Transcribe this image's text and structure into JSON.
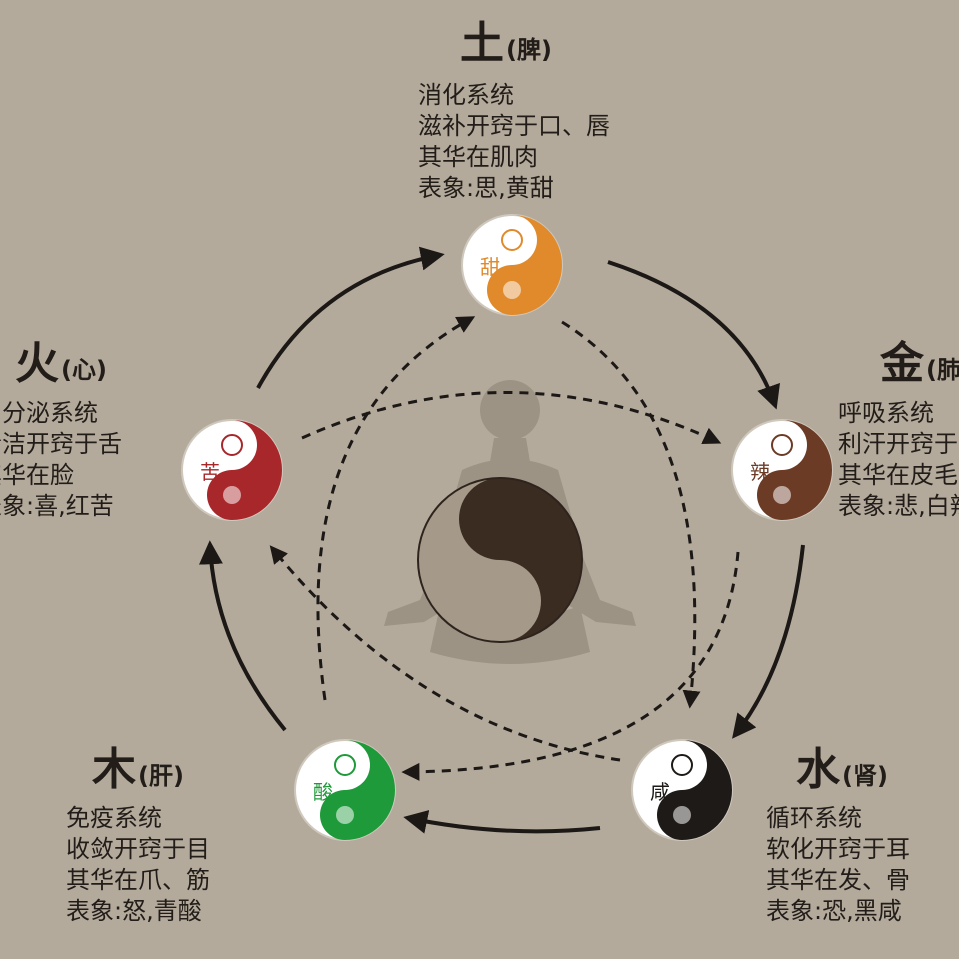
{
  "elements": [
    {
      "id": "earth",
      "name": "土",
      "organ": "脾",
      "taste": "甜",
      "color": "#e08a2c",
      "lines": [
        "消化系统",
        "滋补开窍于口、唇",
        "其华在肌肉",
        "表象:思,黄甜"
      ]
    },
    {
      "id": "metal",
      "name": "金",
      "organ": "肺",
      "taste": "辣",
      "color": "#6b3b26",
      "lines": [
        "呼吸系统",
        "利汗开窍于鼻",
        "其华在皮毛",
        "表象:悲,白辣"
      ]
    },
    {
      "id": "water",
      "name": "水",
      "organ": "肾",
      "taste": "咸",
      "color": "#1e1a17",
      "lines": [
        "循环系统",
        "软化开窍于耳",
        "其华在发、骨",
        "表象:恐,黑咸"
      ]
    },
    {
      "id": "wood",
      "name": "木",
      "organ": "肝",
      "taste": "酸",
      "color": "#1f9a3a",
      "lines": [
        "免疫系统",
        "收敛开窍于目",
        "其华在爪、筋",
        "表象:怒,青酸"
      ]
    },
    {
      "id": "fire",
      "name": "火",
      "organ": "心",
      "taste": "苦",
      "color": "#a8272b",
      "lines": [
        "内分泌系统",
        "清洁开窍于舌",
        "其华在脸",
        "表象:喜,红苦"
      ]
    }
  ],
  "colors": {
    "background": "#b3aa9c",
    "arrow": "#1c1815",
    "figure": "#9d9384",
    "center_dark": "#3b2c22"
  }
}
